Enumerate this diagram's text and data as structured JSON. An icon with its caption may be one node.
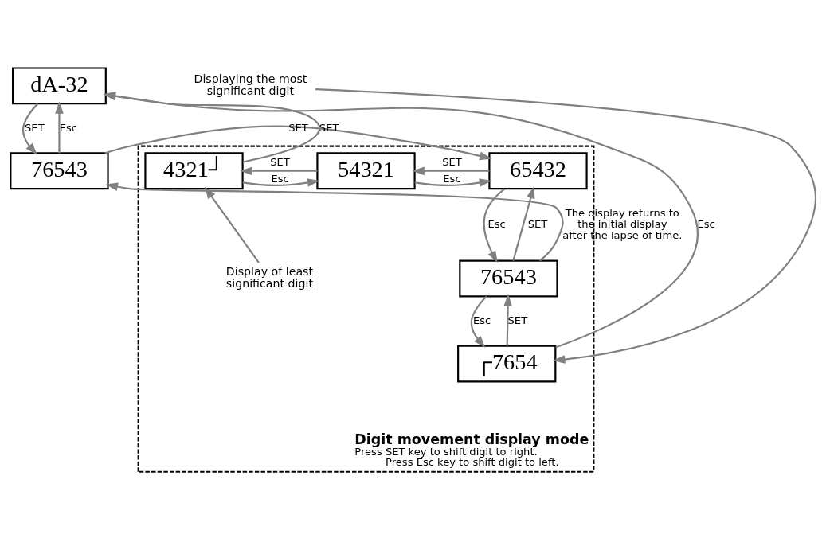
{
  "diagram": {
    "nodes": [
      {
        "text": [
          "dA-32"
        ]
      },
      {
        "text": [
          "76543"
        ]
      },
      {
        "text": [
          "Digit movement display mode",
          "Press SET key to shift digit to right. Press Esc key to shift digit to left."
        ]
      },
      {
        "text": [
          "65432"
        ],
        "in": 2
      },
      {
        "text": [
          "54321"
        ],
        "in": 2
      },
      {
        "text": [
          "4321┘"
        ],
        "in": 2
      },
      {
        "text": [
          "76543"
        ],
        "in": 2
      },
      {
        "text": [
          "┌7654"
        ],
        "in": 2
      },
      {
        "text": [
          "Display of least significant digit"
        ],
        "in": 2
      },
      {
        "text": [
          "Displaying the most significant digit"
        ]
      }
    ],
    "edges": [
      {
        "from": 0,
        "to": 1,
        "arrow": "to",
        "label": "SET"
      },
      {
        "from": 1,
        "to": 0,
        "arrow": "to",
        "label": "Esc"
      },
      {
        "from": 1,
        "to": 3,
        "arrow": "to",
        "label": "SET"
      },
      {
        "from": 3,
        "to": 4,
        "arrow": "to",
        "label": "SET"
      },
      {
        "from": 4,
        "to": 3,
        "arrow": "to",
        "label": "Esc"
      },
      {
        "from": 4,
        "to": 5,
        "arrow": "to",
        "label": "SET"
      },
      {
        "from": 5,
        "to": 4,
        "arrow": "to",
        "label": "Esc"
      },
      {
        "from": 5,
        "to": 0,
        "arrow": "to",
        "label": "SET"
      },
      {
        "from": 3,
        "to": 6,
        "arrow": "to",
        "label": "Esc"
      },
      {
        "from": 6,
        "to": 3,
        "arrow": "to",
        "label": "SET"
      },
      {
        "from": 6,
        "to": 7,
        "arrow": "to",
        "label": "Esc"
      },
      {
        "from": 7,
        "to": 6,
        "arrow": "to",
        "label": "SET"
      },
      {
        "from": 6,
        "to": 1,
        "arrow": "to",
        "label": "The display returns to the initial display after the lapse of time."
      },
      {
        "from": 7,
        "to": 0,
        "arrow": "to",
        "label": "Esc"
      },
      {
        "from": 8,
        "to": 5,
        "arrow": "to"
      },
      {
        "from": 9,
        "to": 7,
        "arrow": "to"
      }
    ]
  }
}
